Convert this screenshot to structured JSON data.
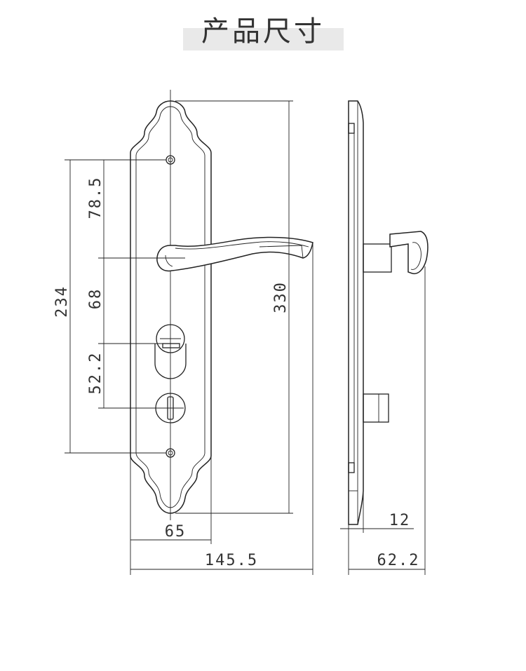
{
  "title": "产品尺寸",
  "dimensions": {
    "total_height": "330",
    "screw_spacing": "234",
    "top_to_handle": "78.5",
    "handle_to_cylinder": "68",
    "cylinder_to_thumbturn": "52.2",
    "plate_width": "65",
    "overall_width": "145.5",
    "plate_thickness": "12",
    "depth": "62.2"
  }
}
